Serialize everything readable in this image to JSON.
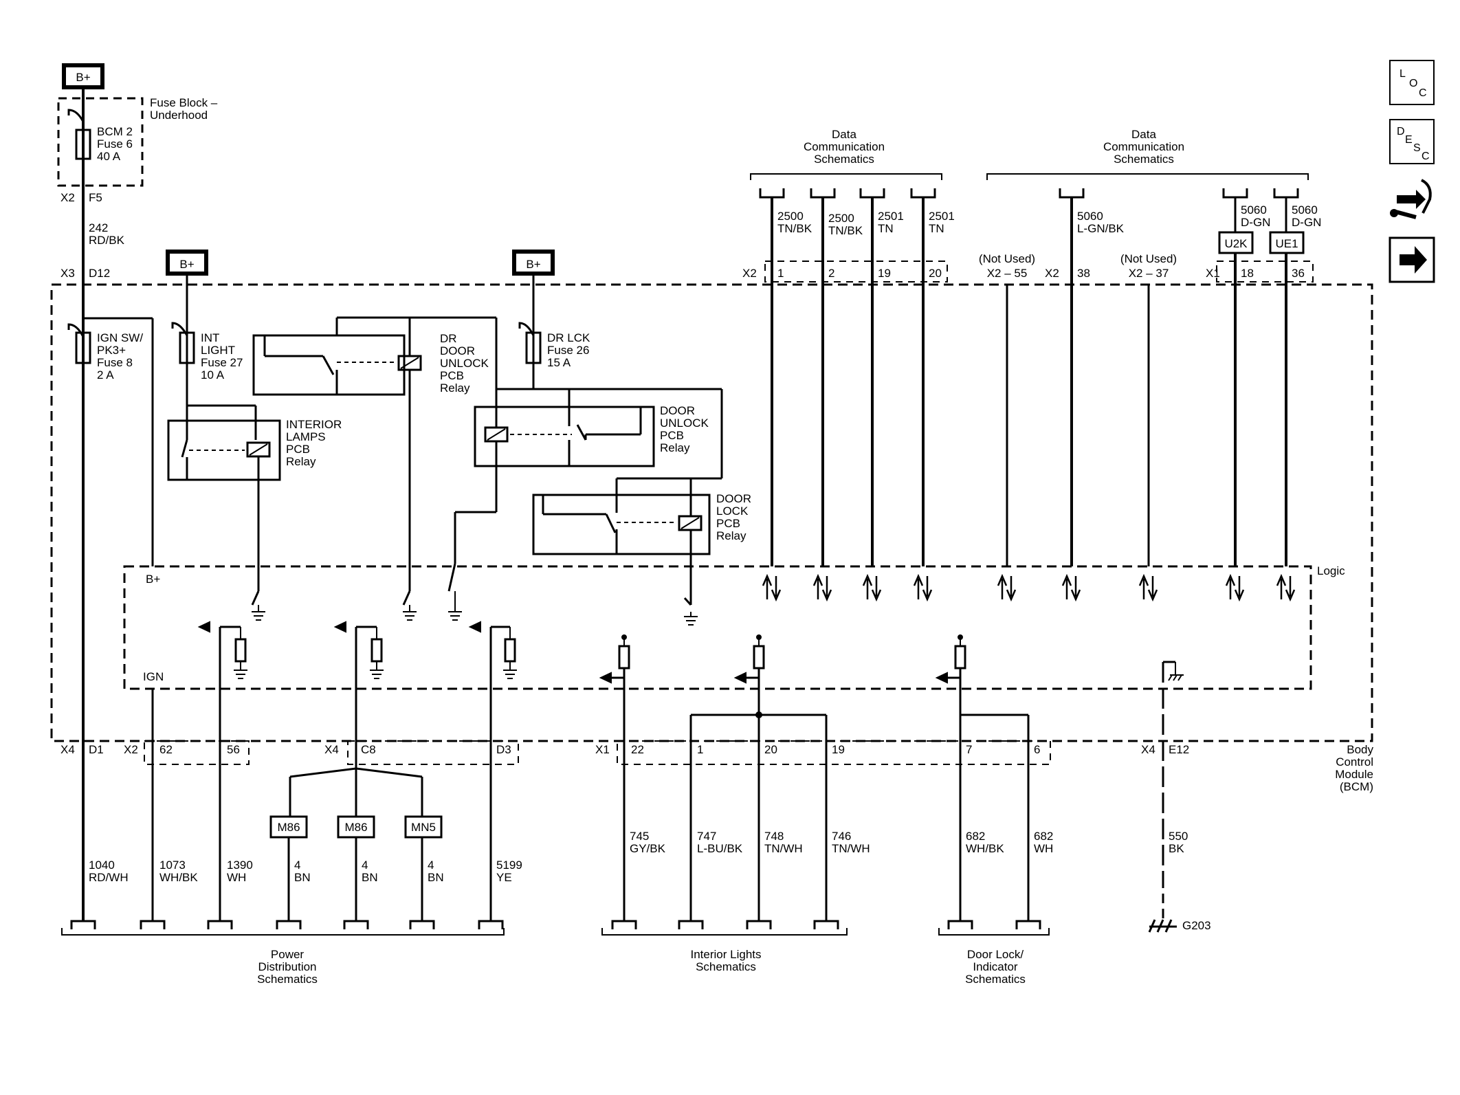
{
  "nav": {
    "loc_button": {
      "a": "L",
      "b": "O",
      "c": "C"
    },
    "desc_button": {
      "a": "D",
      "b": "E",
      "c": "S",
      "d": "C"
    },
    "connector_view_icon": "connector-wrench-icon",
    "next_icon": "right-arrow-icon"
  },
  "power": {
    "bplus": "B+"
  },
  "fuse_block": {
    "line1": "Fuse Block –",
    "line2": "Underhood"
  },
  "fuse_bcm2": {
    "l1": "BCM 2",
    "l2": "Fuse 6",
    "l3": "40 A"
  },
  "fuse_ign": {
    "l1": "IGN SW/",
    "l2": "PK3+",
    "l3": "Fuse 8",
    "l4": "2 A"
  },
  "fuse_int": {
    "l1": "INT",
    "l2": "LIGHT",
    "l3": "Fuse 27",
    "l4": "10 A"
  },
  "fuse_drlck": {
    "l1": "DR LCK",
    "l2": "Fuse 26",
    "l3": "15 A"
  },
  "relay_dr_unlock": {
    "l1": "DR",
    "l2": "DOOR",
    "l3": "UNLOCK",
    "l4": "PCB",
    "l5": "Relay"
  },
  "relay_interior": {
    "l1": "INTERIOR",
    "l2": "LAMPS",
    "l3": "PCB",
    "l4": "Relay"
  },
  "relay_door_unlock": {
    "l1": "DOOR",
    "l2": "UNLOCK",
    "l3": "PCB",
    "l4": "Relay"
  },
  "relay_door_lock": {
    "l1": "DOOR",
    "l2": "LOCK",
    "l3": "PCB",
    "l4": "Relay"
  },
  "wire_top": {
    "c1": "X2",
    "c2": "F5",
    "w1": "242",
    "w2": "RD/BK",
    "c3": "X3",
    "c4": "D12"
  },
  "data_comm": {
    "l1": "Data",
    "l2": "Communication",
    "l3": "Schematics"
  },
  "data_wires": [
    {
      "num": "2500",
      "color": "TN/BK",
      "pin": "1"
    },
    {
      "num": "2500",
      "color": "TN/BK",
      "pin": "2"
    },
    {
      "num": "2501",
      "color": "TN",
      "pin": "19"
    },
    {
      "num": "2501",
      "color": "TN",
      "pin": "20"
    }
  ],
  "data_connector": "X2",
  "not_used_1": {
    "l1": "(Not Used)",
    "l2": "X2 – 55"
  },
  "not_used_2": {
    "l1": "(Not Used)",
    "l2": "X2 – 37"
  },
  "lgn_wire": {
    "num": "5060",
    "color": "L-GN/BK",
    "conn": "X2",
    "pin": "38"
  },
  "dgn_wires": [
    {
      "num": "5060",
      "color": "D-GN",
      "module": "U2K",
      "pin": "18"
    },
    {
      "num": "5060",
      "color": "D-GN",
      "module": "UE1",
      "pin": "36"
    }
  ],
  "x1_conn": "X1",
  "bcm": {
    "logic": "Logic",
    "bplus": "B+",
    "ign": "IGN",
    "l1": "Body",
    "l2": "Control",
    "l3": "Module",
    "l4": "(BCM)"
  },
  "bottom_conns": {
    "x4": "X4",
    "d1": "D1",
    "x2": "X2",
    "p62": "62",
    "p56": "56",
    "x4b": "X4",
    "c8": "C8",
    "d3": "D3",
    "x1": "X1",
    "p22": "22",
    "p1": "1",
    "p20": "20",
    "p19": "19",
    "p7": "7",
    "p6": "6",
    "x4c": "X4",
    "e12": "E12"
  },
  "splices": {
    "s1": "M86",
    "s2": "M86",
    "s3": "MN5"
  },
  "bottom_wires": [
    {
      "num": "1040",
      "color": "RD/WH"
    },
    {
      "num": "1073",
      "color": "WH/BK"
    },
    {
      "num": "1390",
      "color": "WH"
    },
    {
      "num": "4",
      "color": "BN"
    },
    {
      "num": "4",
      "color": "BN"
    },
    {
      "num": "4",
      "color": "BN"
    },
    {
      "num": "5199",
      "color": "YE"
    },
    {
      "num": "745",
      "color": "GY/BK"
    },
    {
      "num": "747",
      "color": "L-BU/BK"
    },
    {
      "num": "748",
      "color": "TN/WH"
    },
    {
      "num": "746",
      "color": "TN/WH"
    },
    {
      "num": "682",
      "color": "WH/BK"
    },
    {
      "num": "682",
      "color": "WH"
    },
    {
      "num": "550",
      "color": "BK"
    }
  ],
  "ground": "G203",
  "groups": {
    "power": {
      "l1": "Power",
      "l2": "Distribution",
      "l3": "Schematics"
    },
    "interior": {
      "l1": "Interior Lights",
      "l2": "Schematics"
    },
    "doorlock": {
      "l1": "Door Lock/",
      "l2": "Indicator",
      "l3": "Schematics"
    }
  }
}
